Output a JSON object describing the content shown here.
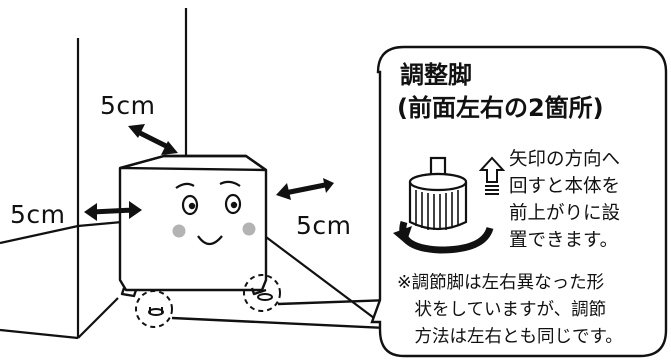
{
  "clearance": {
    "top": "5cm",
    "left": "5cm",
    "right": "5cm"
  },
  "callout": {
    "title_line1": "調整脚",
    "title_line2": "(前面左右の2箇所)",
    "instruction": "矢印の方向へ\n回すと本体を\n前上がりに設\n置できます。",
    "note": "※調節脚は左右異なった形\n　状をしていますが、調節\n　方法は左右とも同じです。"
  },
  "colors": {
    "line": "#111111",
    "cheek": "#b3b3b3",
    "background": "#ffffff"
  },
  "icons": [
    "double-arrow-icon",
    "rotation-arrow-icon",
    "up-arrow-icon",
    "adjustable-foot-icon"
  ]
}
